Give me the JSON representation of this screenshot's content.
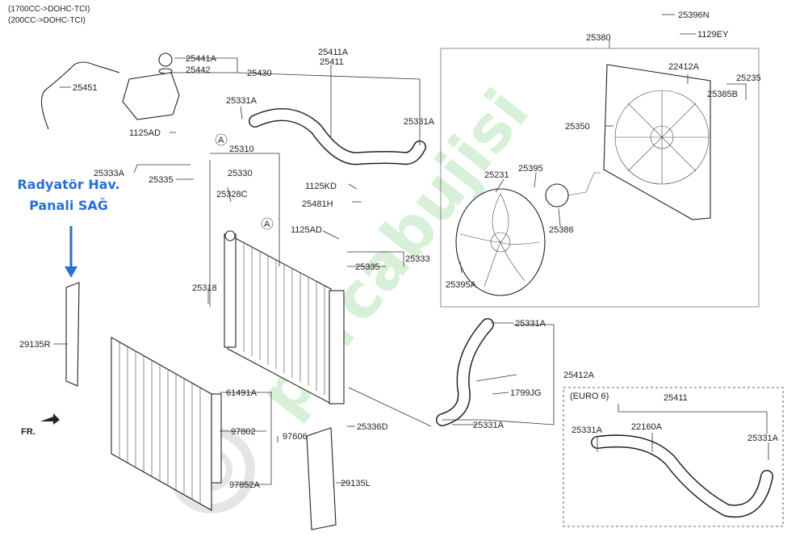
{
  "header": {
    "line1": "(1700CC->DOHC-TCI)",
    "line2": "(200CC->DOHC-TCI)"
  },
  "callout": {
    "line1": "Radyatör Hav.",
    "line2": "Panali SAĞ"
  },
  "fr_label": "FR.",
  "euro_box_label": "(EURO 6)",
  "ref_marker": "A",
  "watermark": {
    "text": "parcabujisi",
    "color_green": "#7ccd7c",
    "color_blue": "#9fb4dd"
  },
  "callout_color": "#2a6fd6",
  "parts": [
    {
      "id": "p25396N",
      "label": "25396N"
    },
    {
      "id": "p1129EY",
      "label": "1129EY"
    },
    {
      "id": "p25380",
      "label": "25380"
    },
    {
      "id": "p22412A",
      "label": "22412A"
    },
    {
      "id": "p25235",
      "label": "25235"
    },
    {
      "id": "p25385B",
      "label": "25385B"
    },
    {
      "id": "p25350",
      "label": "25350"
    },
    {
      "id": "p25441A",
      "label": "25441A"
    },
    {
      "id": "p25442",
      "label": "25442"
    },
    {
      "id": "p25430",
      "label": "25430"
    },
    {
      "id": "p25411A_top",
      "label": "25411A"
    },
    {
      "id": "p25411_top",
      "label": "25411"
    },
    {
      "id": "p25451",
      "label": "25451"
    },
    {
      "id": "p25331A_1",
      "label": "25331A"
    },
    {
      "id": "p25331A_2",
      "label": "25331A"
    },
    {
      "id": "p1125AD_1",
      "label": "1125AD"
    },
    {
      "id": "p25310",
      "label": "25310"
    },
    {
      "id": "p25333A",
      "label": "25333A"
    },
    {
      "id": "p25335_1",
      "label": "25335"
    },
    {
      "id": "p25330",
      "label": "25330"
    },
    {
      "id": "p25328C",
      "label": "25328C"
    },
    {
      "id": "p1125KD",
      "label": "1125KD"
    },
    {
      "id": "p25481H",
      "label": "25481H"
    },
    {
      "id": "p25231",
      "label": "25231"
    },
    {
      "id": "p25395",
      "label": "25395"
    },
    {
      "id": "p25386",
      "label": "25386"
    },
    {
      "id": "p1125AD_2",
      "label": "1125AD"
    },
    {
      "id": "p25335_2",
      "label": "25335"
    },
    {
      "id": "p25333",
      "label": "25333"
    },
    {
      "id": "p25395A",
      "label": "25395A"
    },
    {
      "id": "p25318",
      "label": "25318"
    },
    {
      "id": "p25331A_3",
      "label": "25331A"
    },
    {
      "id": "p29135R",
      "label": "29135R"
    },
    {
      "id": "p25412A",
      "label": "25412A"
    },
    {
      "id": "p1799JG",
      "label": "1799JG"
    },
    {
      "id": "p61491A",
      "label": "61491A"
    },
    {
      "id": "p25331A_4",
      "label": "25331A"
    },
    {
      "id": "p25336D",
      "label": "25336D"
    },
    {
      "id": "p97802",
      "label": "97802"
    },
    {
      "id": "p97606",
      "label": "97606"
    },
    {
      "id": "p29135L",
      "label": "29135L"
    },
    {
      "id": "p97852A",
      "label": "97852A"
    },
    {
      "id": "p25411_euro",
      "label": "25411"
    },
    {
      "id": "p25331A_e1",
      "label": "25331A"
    },
    {
      "id": "p22160A",
      "label": "22160A"
    },
    {
      "id": "p25331A_e2",
      "label": "25331A"
    }
  ]
}
